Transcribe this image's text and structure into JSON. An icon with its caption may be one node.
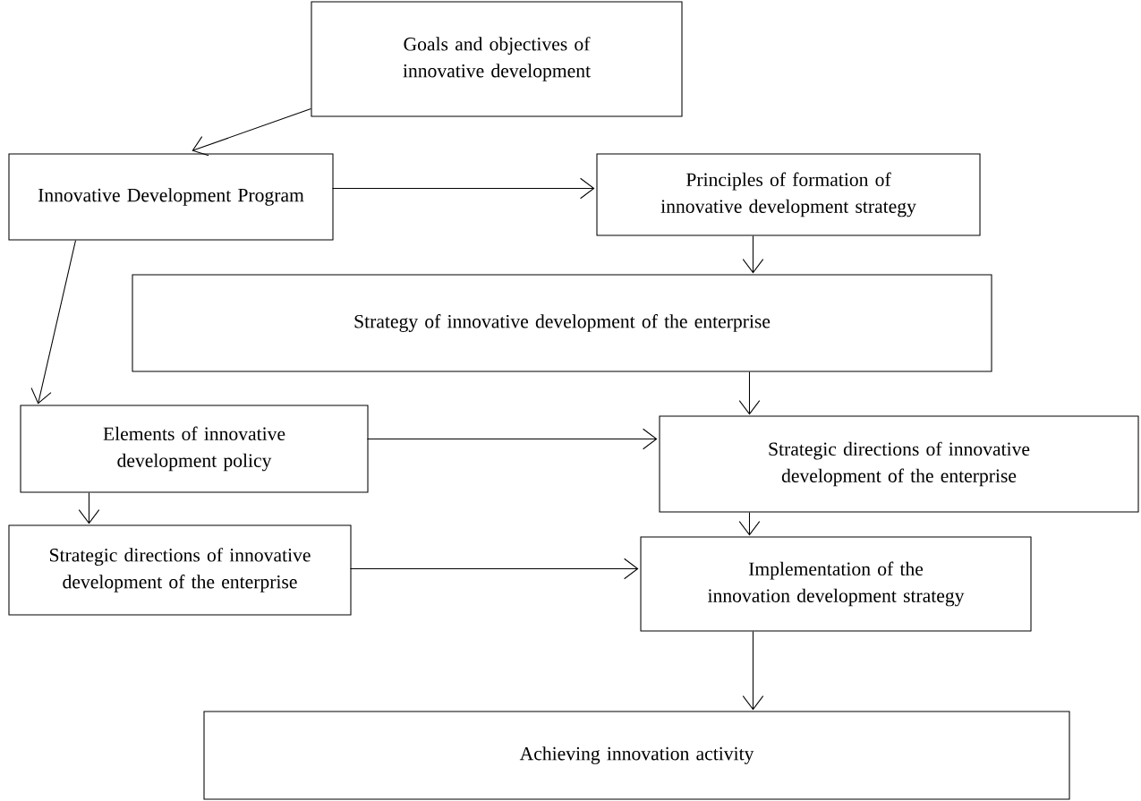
{
  "diagram": {
    "nodes": [
      {
        "text": [
          "Goals and objectives of innovative development"
        ]
      },
      {
        "text": [
          "Innovative Development Program"
        ]
      },
      {
        "text": [
          "Principles of formation of innovative development strategy"
        ]
      },
      {
        "text": [
          "Strategy of innovative development of the enterprise"
        ]
      },
      {
        "text": [
          "Elements of innovative development policy"
        ]
      },
      {
        "text": [
          "Strategic directions of innovative development of the enterprise"
        ]
      },
      {
        "text": [
          "Strategic directions of innovative development of the enterprise"
        ]
      },
      {
        "text": [
          "Implementation of the innovation development strategy"
        ]
      },
      {
        "text": [
          "Achieving innovation activity"
        ]
      }
    ],
    "edges": [
      {
        "from": 0,
        "to": 1,
        "arrow": "to"
      },
      {
        "from": 1,
        "to": 2,
        "arrow": "to"
      },
      {
        "from": 1,
        "to": 4,
        "arrow": "to"
      },
      {
        "from": 2,
        "to": 3,
        "arrow": "to"
      },
      {
        "from": 3,
        "to": 5,
        "arrow": "to"
      },
      {
        "from": 4,
        "to": 5,
        "arrow": "to"
      },
      {
        "from": 4,
        "to": 6,
        "arrow": "to"
      },
      {
        "from": 6,
        "to": 7,
        "arrow": "to"
      },
      {
        "from": 5,
        "to": 7,
        "arrow": "to"
      },
      {
        "from": 7,
        "to": 8,
        "arrow": "to"
      }
    ]
  }
}
